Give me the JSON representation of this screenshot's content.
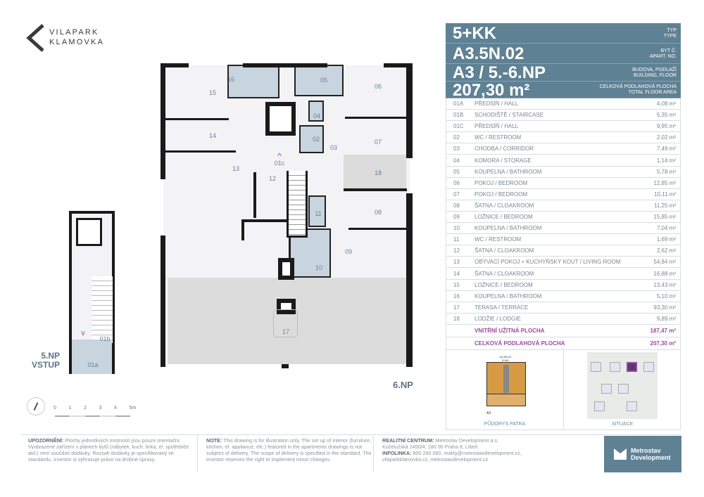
{
  "logo": {
    "line1": "VILAPARK",
    "line2": "KLAMOVKA"
  },
  "header": {
    "type": {
      "value": "5+KK",
      "label1": "TYP",
      "label2": "TYPE"
    },
    "apartment": {
      "value": "A3.5N.02",
      "label1": "BYT č.",
      "label2": "APART. No."
    },
    "building": {
      "value": "A3 / 5.-6.NP",
      "label1": "BUDOVA, PODLAŽÍ",
      "label2": "BUILDING, FLOOR"
    },
    "area": {
      "value": "207,30 m²",
      "label1": "CELKOVÁ PODLAHOVÁ PLOCHA",
      "label2": "TOTAL FLOOR AREA"
    }
  },
  "rooms": [
    {
      "code": "01A",
      "name": "PŘEDSÍŇ / HALL",
      "area": "4,08 m²"
    },
    {
      "code": "01B",
      "name": "SCHODIŠTĚ / STAIRCASE",
      "area": "5,35 m²"
    },
    {
      "code": "01C",
      "name": "PŘEDSÍŇ / HALL",
      "area": "9,95 m²"
    },
    {
      "code": "02",
      "name": "WC / RESTROOM",
      "area": "2,02 m²"
    },
    {
      "code": "03",
      "name": "CHODBA / CORRIDOR",
      "area": "7,49 m²"
    },
    {
      "code": "04",
      "name": "KOMORA / STORAGE",
      "area": "1,14 m²"
    },
    {
      "code": "05",
      "name": "KOUPELNA / BATHROOM",
      "area": "5,78 m²"
    },
    {
      "code": "06",
      "name": "POKOJ / BEDROOM",
      "area": "12,85 m²"
    },
    {
      "code": "07",
      "name": "POKOJ / BEDROOM",
      "area": "10,11 m²"
    },
    {
      "code": "08",
      "name": "ŠATNA / CLOAKROOM",
      "area": "11,25 m²"
    },
    {
      "code": "09",
      "name": "LOŽNICE / BEDROOM",
      "area": "15,85 m²"
    },
    {
      "code": "10",
      "name": "KOUPELNA / BATHROOM",
      "area": "7,04 m²"
    },
    {
      "code": "11",
      "name": "WC / RESTROOM",
      "area": "1,69 m²"
    },
    {
      "code": "12",
      "name": "ŠATNA / CLOAKROOM",
      "area": "2,62 m²"
    },
    {
      "code": "13",
      "name": "OBÝVACÍ POKOJ + KUCHYŇSKÝ KOUT / LIVING ROOM",
      "area": "54,84 m²"
    },
    {
      "code": "14",
      "name": "ŠATNA / CLOAKROOM",
      "area": "16,88 m²"
    },
    {
      "code": "15",
      "name": "LOŽNICE / BEDROOM",
      "area": "13,43 m²"
    },
    {
      "code": "16",
      "name": "KOUPELNA / BATHROOM",
      "area": "5,10 m²"
    },
    {
      "code": "17",
      "name": "TERASA / TERRACE",
      "area": "93,30 m²"
    },
    {
      "code": "18",
      "name": "LODŽIE / LODGIE",
      "area": "9,89 m²"
    }
  ],
  "totals": [
    {
      "name": "VNITŘNÍ UŽITNÁ PLOCHA",
      "area": "187,47 m²"
    },
    {
      "name": "CELKOVÁ PODLAHOVÁ PLOCHA",
      "area": "207,30 m²"
    }
  ],
  "thumbs": {
    "floor_caption": "PŮDORYS PATRA",
    "floor_label": "A3.5N.02",
    "floor_type": "5+KK",
    "floor_building": "A3",
    "site_caption": "SITUACE"
  },
  "plan": {
    "floor_label": "6.NP",
    "entry_label1": "5.NP",
    "entry_label2": "VSTUP",
    "labels": {
      "r01a": "01a",
      "r01b": "01b",
      "r01c": "01c",
      "r02": "02",
      "r03": "03",
      "r04": "04",
      "r05": "05",
      "r06": "06",
      "r07": "07",
      "r08": "08",
      "r09": "09",
      "r10": "10",
      "r11": "11",
      "r12": "12",
      "r13": "13",
      "r14": "14",
      "r15": "15",
      "r16": "16",
      "r17": "17",
      "r18": "18"
    }
  },
  "scale": {
    "ticks": [
      "0",
      "1",
      "2",
      "3",
      "4",
      "5m"
    ]
  },
  "footer": {
    "warning_title": "UPOZORNĚNÍ:",
    "warning_text": "Plochy jednotlivých místností jsou pouze orientační. Vyobrazené zařízení v plánech bytů (nábytek, kuch. linka, el. spotřebiče atd.) není součástí dodávky. Rozsah dodávky je specifikovaný ve standardu. Investor si vyhrazuje právo na drobné úpravy.",
    "note_title": "NOTE:",
    "note_text": "This drawing is for illustration only. The set up of interior (furniture, kitchen, el. appliance, etc.) featured in the apartments drawings is not subjetct of delivery. The scope of delivery is specified in the standard. The investor reserves the right to implement minor changes.",
    "center_title": "REALITNÍ CENTRUM:",
    "center_text": "Metrostav Development a.s.",
    "address": "Koželužská 2450/4, 180 00 Praha 8, Libeň.",
    "info_title": "INFOLINKA:",
    "info_text": "800 260 060, reality@metrostavdevelopment.cz,",
    "web": "vilaparkklamovka.cz, metrostavdevelopment.cz",
    "brand1": "Metrostav",
    "brand2": "Development"
  },
  "colors": {
    "header": "#5f8194",
    "bathroom": "#c8d4de",
    "accent": "#9b4a9e"
  }
}
